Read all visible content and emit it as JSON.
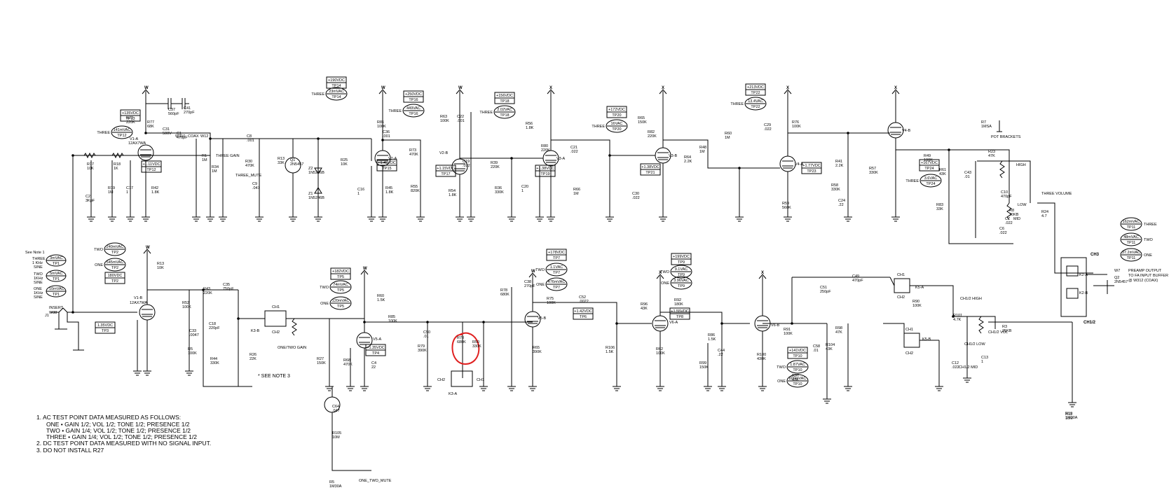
{
  "notes": [
    "1. AC TEST POINT DATA MEASURED AS FOLLOWS:",
    "ONE • GAIN 1/2; VOL 1/2; TONE 1/2; PRESENCE 1/2",
    "TWO • GAIN 1/4; VOL 1/2; TONE 1/2; PRESENCE 1/2",
    "THREE • GAIN 1/4; VOL 1/2; TONE 1/2; PRESENCE 1/2",
    "2. DC TEST POINT DATA MEASURED WITH NO SIGNAL INPUT.",
    "3. DO NOT INSTALL R27"
  ],
  "see_note3": "* SEE NOTE 3",
  "input": {
    "note": "See Note 1",
    "three": "THREE",
    "one_khz": "1 KHz",
    "sine1": "SINE",
    "two": "TWO",
    "one_khz2": "1KHz",
    "sine2": "SINE",
    "one": "ONE",
    "one_khz3": "1KHz",
    "sine3": "SINE",
    "label": "INSERT",
    "jack": "J1",
    "tp1a": "3mVAC",
    "tp1a_id": "TP1",
    "tp1b": "5mVAC",
    "tp1b_id": "TP1",
    "tp1c": "10mVAC",
    "tp1c_id": "TP1"
  },
  "tubes": {
    "v1a": "V1-A",
    "v1b": "V1-B",
    "v2a": "V2-A",
    "v2b": "V2-B",
    "v3a": "V3-A",
    "v3b": "V3-B",
    "v4a": "V4-A",
    "v4b": "V4-B",
    "v5a": "V5-A",
    "v5b": "V5-B",
    "v6a": "V6-A",
    "v6b": "V6-B",
    "type": "12AX7WA"
  },
  "testpoints_top": [
    {
      "val": "+135VDC",
      "id": "TP13"
    },
    {
      "val": "141mVAC",
      "id": "TP12",
      "pre": "THREE"
    },
    {
      "val": "+1.11VDC",
      "id": "TP12"
    },
    {
      "val": "+190VDC",
      "id": "TP14"
    },
    {
      "val": "23mVAC",
      "id": "TP14",
      "pre": "THREE"
    },
    {
      "val": "+1.45VDC",
      "id": "TP15"
    },
    {
      "val": "+250VDC",
      "id": "TP16"
    },
    {
      "val": "449VAC",
      "id": "TP16",
      "pre": "THREE"
    },
    {
      "val": "+1.15VDC",
      "id": "TP17"
    },
    {
      "val": "+156VDC",
      "id": "TP18"
    },
    {
      "val": "2.02VAC",
      "id": "TP18",
      "pre": "THREE"
    },
    {
      "val": "+1.38VDC",
      "id": "TP19"
    },
    {
      "val": "+172VDC",
      "id": "TP20"
    },
    {
      "val": "16VAC",
      "id": "TP20",
      "pre": "THREE"
    },
    {
      "val": "+1.38VDC",
      "id": "TP21"
    },
    {
      "val": "+213VDC",
      "id": "TP22"
    },
    {
      "val": "13.4VAC",
      "id": "TP22",
      "pre": "THREE"
    },
    {
      "val": "+1.77VDC",
      "id": "TP23"
    },
    {
      "val": "+167VDC",
      "id": "TP24"
    },
    {
      "val": "3.6VAC",
      "id": "TP24",
      "pre": "THREE"
    }
  ],
  "testpoints_bottom": [
    {
      "val": "240mVAC",
      "id": "TP2",
      "pre": "TWO"
    },
    {
      "val": "545mVAC",
      "id": "TP2",
      "pre": "ONE"
    },
    {
      "val": "180VDC",
      "id": "TP2"
    },
    {
      "val": "1.35VDC",
      "id": "TP3"
    },
    {
      "val": "+182VDC",
      "id": "TP5"
    },
    {
      "val": "74mVAC",
      "id": "TP5",
      "pre": "TWO"
    },
    {
      "val": "120mVAC",
      "id": "TP5",
      "pre": "ONE"
    },
    {
      "val": "+1.35VDC",
      "id": "TP4"
    },
    {
      "val": "+178VDC",
      "id": "TP7"
    },
    {
      "val": "1.1VAC",
      "id": "TP7",
      "pre": "TWO"
    },
    {
      "val": "476mVAC",
      "id": "TP7",
      "pre": "ONE"
    },
    {
      "val": "+1.42VDC",
      "id": "TP6"
    },
    {
      "val": "+199VDC",
      "id": "TP9"
    },
    {
      "val": "9.1VAC",
      "id": "TP9",
      "pre": "TWO"
    },
    {
      "val": "3.96VAC",
      "id": "TP9",
      "pre": "ONE"
    },
    {
      "val": "+1.55VDC",
      "id": "TP8"
    },
    {
      "val": "+141VDC",
      "id": "TP10"
    },
    {
      "val": "1.87VAC",
      "id": "TP10",
      "pre": "TWO"
    },
    {
      "val": "800mVAC",
      "id": "TP10",
      "pre": "ONE"
    }
  ],
  "output_tp": [
    {
      "val": "162mVAC",
      "id": "TP11",
      "post": "THREE"
    },
    {
      "val": "48mVAC",
      "id": "TP11",
      "post": "TWO"
    },
    {
      "val": "37.2mVAC",
      "id": "TP11",
      "post": "ONE"
    }
  ],
  "labels": {
    "pot_brackets": "POT BRACKETS",
    "three_gain": "THREE GAIN",
    "three_mute": "THREE_MUTE",
    "three_volume": "THREE VOLUME",
    "one_two_gain": "ONE/TWO GAIN",
    "one_two_mute": "ONE_TWO_MUTE",
    "coax": "COAX",
    "ch3": "CH3",
    "ch12": "CH1/2",
    "preamp_out": [
      "PREAMP OUTPUT",
      "TO FA INPUT BUFFER",
      "@ W312 (COAX)"
    ],
    "ch12_high": "CH1/2 HIGH",
    "ch12_low": "CH1/2 LOW",
    "ch12_mid": "CH1/2 MID",
    "ch12_vol": "CH1/2 VOL",
    "three_high": "HIGH",
    "three_low": "LOW",
    "three_mid": "MID",
    "ch1": "CH1",
    "ch2": "CH2",
    "k3a": "K3-A",
    "k3b": "K3-B",
    "k2a": "K2-A",
    "k2b": "K2-B",
    "k5a": "K5-A",
    "k5b": "K5-B",
    "w": "W",
    "x": "X"
  },
  "parts": [
    [
      "R17",
      "10K"
    ],
    [
      "R18",
      "1K"
    ],
    [
      "R19",
      "1M"
    ],
    [
      "C2",
      "3KpF"
    ],
    [
      "C17",
      "1"
    ],
    [
      "R42",
      "1.8K"
    ],
    [
      "R72",
      "220K"
    ],
    [
      "R77",
      "68K"
    ],
    [
      "C37",
      "560pF"
    ],
    [
      "C41",
      "270pF"
    ],
    [
      "C31",
      "500V"
    ],
    [
      "C1",
      "470pF"
    ],
    [
      "W310",
      ""
    ],
    [
      "W12",
      ""
    ],
    [
      "R1",
      "1M"
    ],
    [
      "R34",
      "1M"
    ],
    [
      "C8",
      ".001"
    ],
    [
      "R30",
      "470K"
    ],
    [
      "R13",
      "33K"
    ],
    [
      "Q1",
      "2N5457"
    ],
    [
      "Z2",
      "1N5246B"
    ],
    [
      "Z1",
      "1N5246B"
    ],
    [
      "C9",
      ".047"
    ],
    [
      "R25",
      "10K"
    ],
    [
      "R81",
      "100K"
    ],
    [
      "C36",
      ".001"
    ],
    [
      "C16",
      "1"
    ],
    [
      "R45",
      "1.8K"
    ],
    [
      "R73",
      "470K"
    ],
    [
      "R55",
      "820K"
    ],
    [
      "R63",
      "100K"
    ],
    [
      "C22",
      ".001"
    ],
    [
      "C19",
      ".022"
    ],
    [
      "R54",
      "1.8K"
    ],
    [
      "R39",
      "220K"
    ],
    [
      "R36",
      "330K"
    ],
    [
      "C20",
      "1"
    ],
    [
      "R56",
      "1.8K"
    ],
    [
      "R80",
      "220K"
    ],
    [
      "C21",
      ".022"
    ],
    [
      "R66",
      "1M"
    ],
    [
      "R65",
      "150K"
    ],
    [
      "R82",
      "220K"
    ],
    [
      "C30",
      ".022"
    ],
    [
      "R64",
      "2.2K"
    ],
    [
      "R48",
      "1M"
    ],
    [
      "R60",
      "1M"
    ],
    [
      "C29",
      ".022"
    ],
    [
      "R76",
      "100K"
    ],
    [
      "R59",
      "560K"
    ],
    [
      "R41",
      "2.2K"
    ],
    [
      "R58",
      "330K"
    ],
    [
      "C24",
      ".22"
    ],
    [
      "R57",
      "330K"
    ],
    [
      "R49",
      "100K"
    ],
    [
      "R61",
      "43K"
    ],
    [
      "R83",
      "33K"
    ],
    [
      "C43",
      ".01"
    ],
    [
      "R23",
      "47K"
    ],
    [
      "C10",
      "470pF"
    ],
    [
      "C6",
      ".022"
    ],
    [
      "C7",
      ".022"
    ],
    [
      "R8",
      "20KB"
    ],
    [
      "R7",
      "1MSA"
    ],
    [
      "R24",
      "4.7"
    ],
    [
      "R10",
      "1M30A"
    ],
    [
      "R13",
      "10K"
    ],
    [
      "R52",
      "100K"
    ],
    [
      "C33",
      ".0047"
    ],
    [
      "C18",
      "220pF"
    ],
    [
      "R43",
      "220K"
    ],
    [
      "C35",
      "750pF"
    ],
    [
      "R5",
      "100K"
    ],
    [
      "R44",
      "330K"
    ],
    [
      "R26",
      "22K"
    ],
    [
      "R27",
      "150K"
    ],
    [
      "R68",
      "470K"
    ],
    [
      "C4",
      "22"
    ],
    [
      "R60",
      "1.5K"
    ],
    [
      "R85",
      "100K"
    ],
    [
      "C50",
      ".01"
    ],
    [
      "R79",
      "390K"
    ],
    [
      "R50",
      "330K"
    ],
    [
      "R70",
      "680K"
    ],
    [
      "R78",
      "680K"
    ],
    [
      "C38",
      "270pF"
    ],
    [
      "R75",
      "100K"
    ],
    [
      "C52",
      ".0022"
    ],
    [
      "R65",
      "390K"
    ],
    [
      "R106",
      "1.5K"
    ],
    [
      "R92",
      "180K"
    ],
    [
      "R96",
      "43K"
    ],
    [
      "R62",
      "100K"
    ],
    [
      "R86",
      "1.5K"
    ],
    [
      "R99",
      "150K"
    ],
    [
      "C44",
      ".22"
    ],
    [
      "R100",
      "430K"
    ],
    [
      "R91",
      "100K"
    ],
    [
      "R97",
      "43K"
    ],
    [
      "C58",
      ".01"
    ],
    [
      "R104",
      "43K"
    ],
    [
      "R98",
      "47K"
    ],
    [
      "C49",
      "470pF"
    ],
    [
      "C51",
      "250pF"
    ],
    [
      "R90",
      "100K"
    ],
    [
      "R101",
      "4.7K"
    ],
    [
      "C12",
      ".022"
    ],
    [
      "C13",
      "1"
    ],
    [
      "R3",
      "25KB"
    ],
    [
      "R5",
      "1M30A"
    ],
    [
      "R105",
      "10M"
    ],
    [
      "C64",
      ".047"
    ],
    [
      "Q2",
      "2N5457"
    ],
    [
      "W7",
      ""
    ],
    [
      "W38",
      ""
    ],
    [
      "J1",
      ""
    ]
  ]
}
